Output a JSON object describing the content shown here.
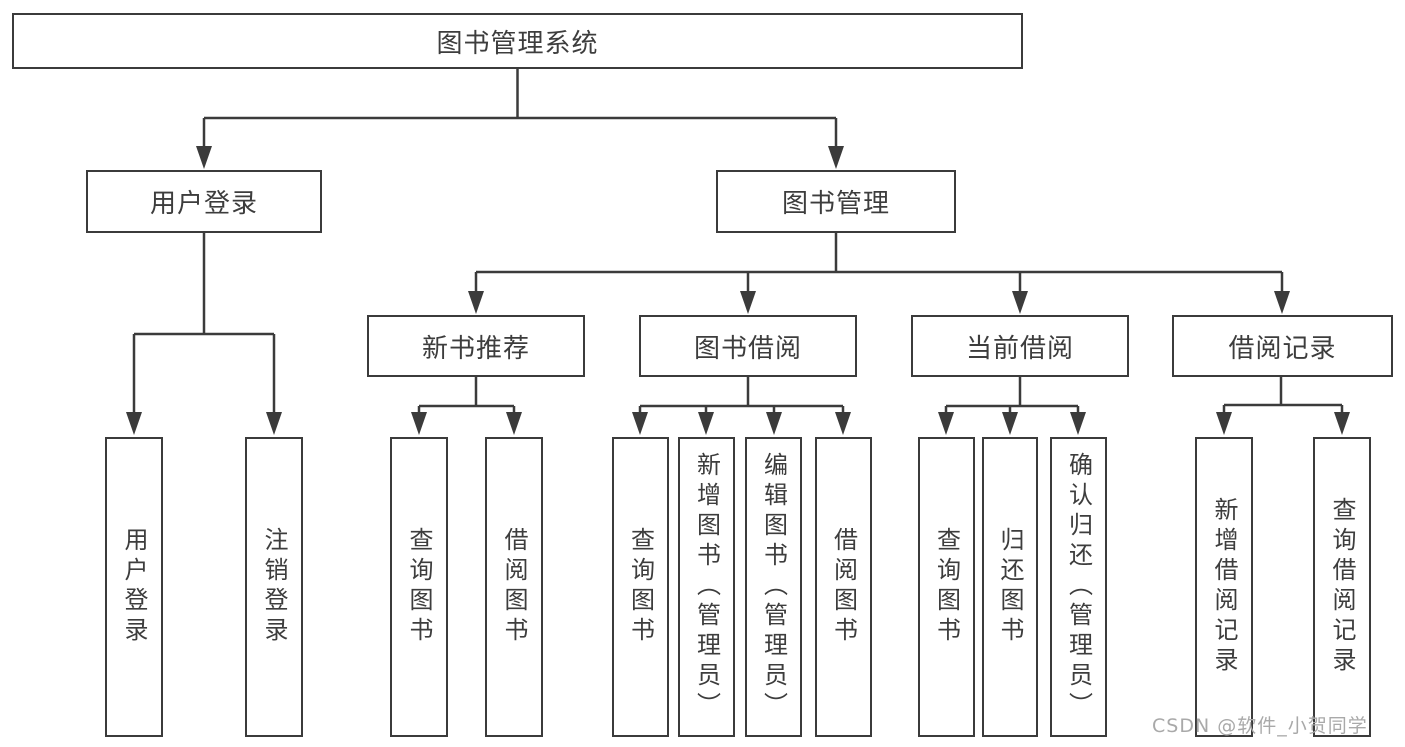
{
  "diagram": {
    "colors": {
      "line": "#3b3b3b",
      "box_border": "#3b3b3b",
      "text": "#3d3d3d",
      "background": "#ffffff",
      "watermark": "#a9a9a9"
    },
    "watermark": "CSDN @软件_小贺同学",
    "tree": {
      "label": "图书管理系统",
      "children": [
        {
          "label": "用户登录",
          "children": [
            {
              "label": "用户登录"
            },
            {
              "label": "注销登录"
            }
          ]
        },
        {
          "label": "图书管理",
          "children": [
            {
              "label": "新书推荐",
              "children": [
                {
                  "label": "查询图书"
                },
                {
                  "label": "借阅图书"
                }
              ]
            },
            {
              "label": "图书借阅",
              "children": [
                {
                  "label": "查询图书"
                },
                {
                  "label": "新增图书（管理员）"
                },
                {
                  "label": "编辑图书（管理员）"
                },
                {
                  "label": "借阅图书"
                }
              ]
            },
            {
              "label": "当前借阅",
              "children": [
                {
                  "label": "查询图书"
                },
                {
                  "label": "归还图书"
                },
                {
                  "label": "确认归还（管理员）"
                }
              ]
            },
            {
              "label": "借阅记录",
              "children": [
                {
                  "label": "新增借阅记录"
                },
                {
                  "label": "查询借阅记录"
                }
              ]
            }
          ]
        }
      ]
    }
  }
}
